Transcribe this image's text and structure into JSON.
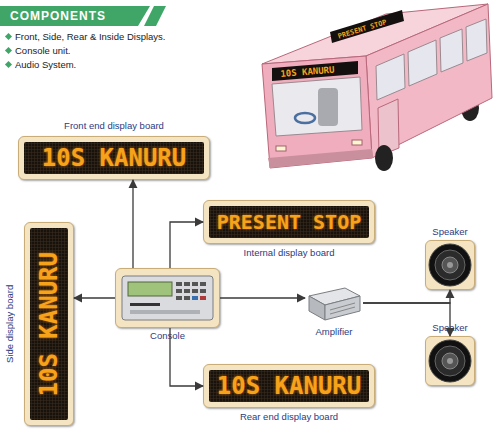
{
  "diagram": {
    "title": "COMPONENTS",
    "nodes": [
      {
        "text": [
          "Front end display board",
          "10S KANURU"
        ]
      },
      {
        "text": [
          "PRESENT STOP",
          "Internal display board"
        ]
      },
      {
        "text": [
          "Side display board",
          "10S KANURU"
        ]
      },
      {
        "text": [
          "Console"
        ]
      },
      {
        "text": [
          "Amplifier"
        ]
      },
      {
        "text": [
          "Speaker"
        ]
      },
      {
        "text": [
          "Speaker"
        ]
      },
      {
        "text": [
          "10S KANURU",
          "Rear end display board"
        ]
      }
    ],
    "edges": [
      {
        "from": 3,
        "to": 0,
        "arrow": "to"
      },
      {
        "from": 3,
        "to": 1,
        "arrow": "to"
      },
      {
        "from": 3,
        "to": 2,
        "arrow": "to"
      },
      {
        "from": 3,
        "to": 7,
        "arrow": "to"
      },
      {
        "from": 3,
        "to": 4,
        "arrow": "to"
      },
      {
        "from": 4,
        "to": 5,
        "arrow": "to"
      },
      {
        "from": 4,
        "to": 6,
        "arrow": "to"
      }
    ],
    "labels": [
      "Front, Side, Rear & Inside Displays.",
      "Console unit.",
      "Audio System.",
      "PRESENT STOP",
      "10S KANURU"
    ]
  }
}
